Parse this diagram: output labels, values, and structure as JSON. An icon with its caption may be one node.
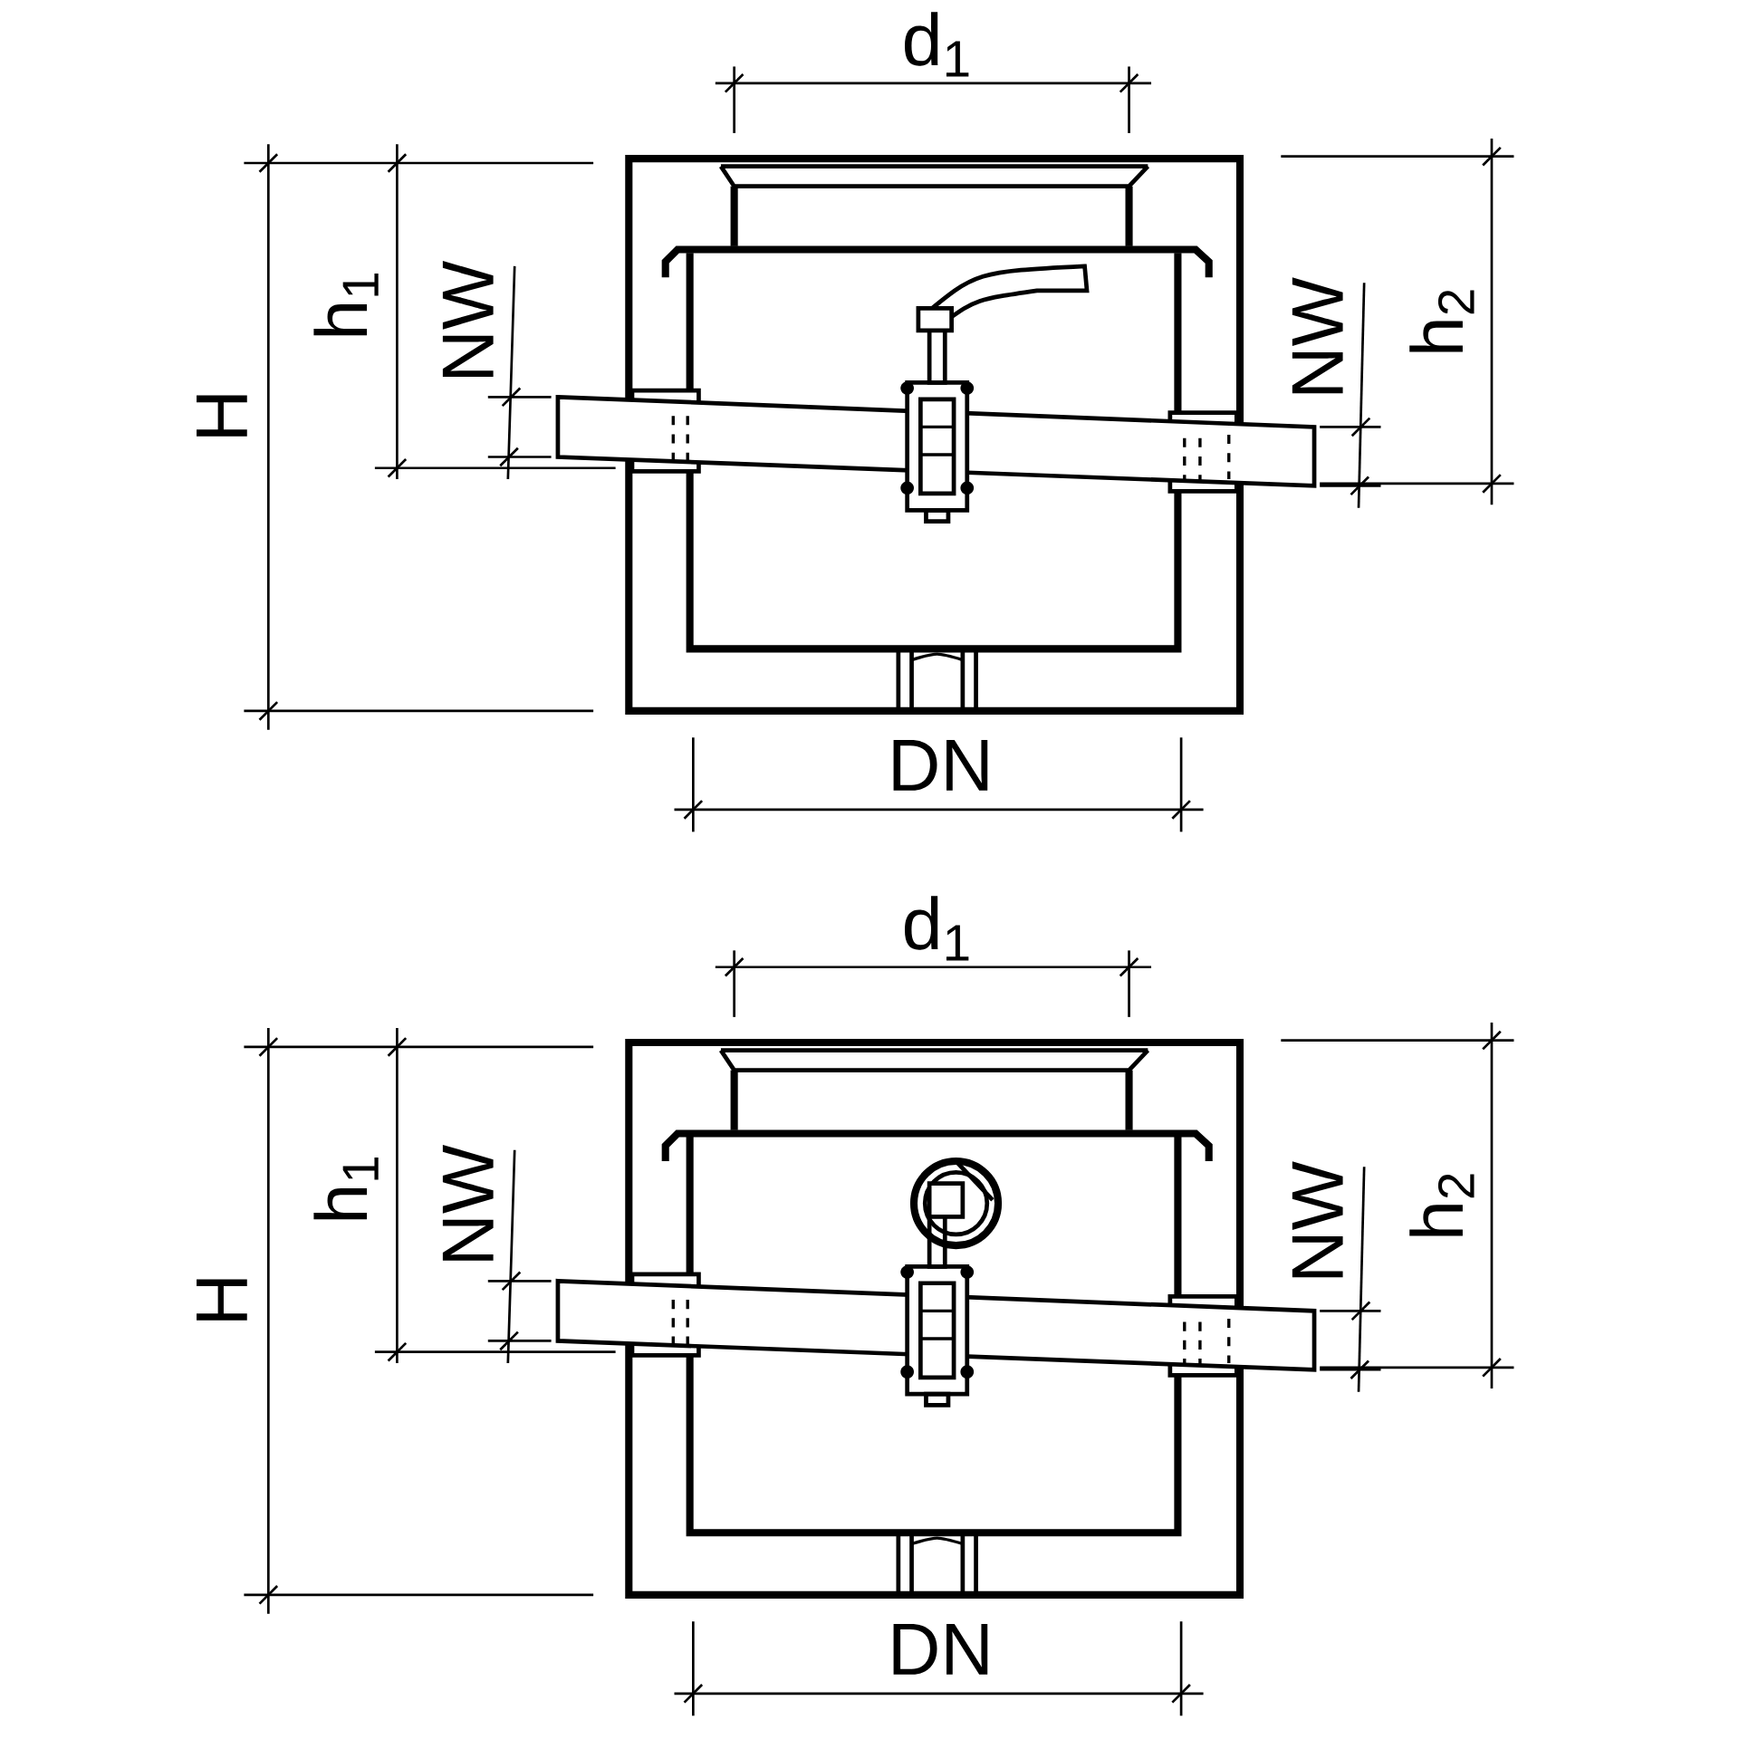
{
  "diagram": {
    "labels": [
      "d$_{1}$",
      "H",
      "h$_{1}$",
      "NW",
      "NW",
      "h$_{2}$",
      "DN",
      "d$_{1}$",
      "H",
      "h$_{1}$",
      "NW",
      "NW",
      "h$_{2}$",
      "DN"
    ]
  }
}
